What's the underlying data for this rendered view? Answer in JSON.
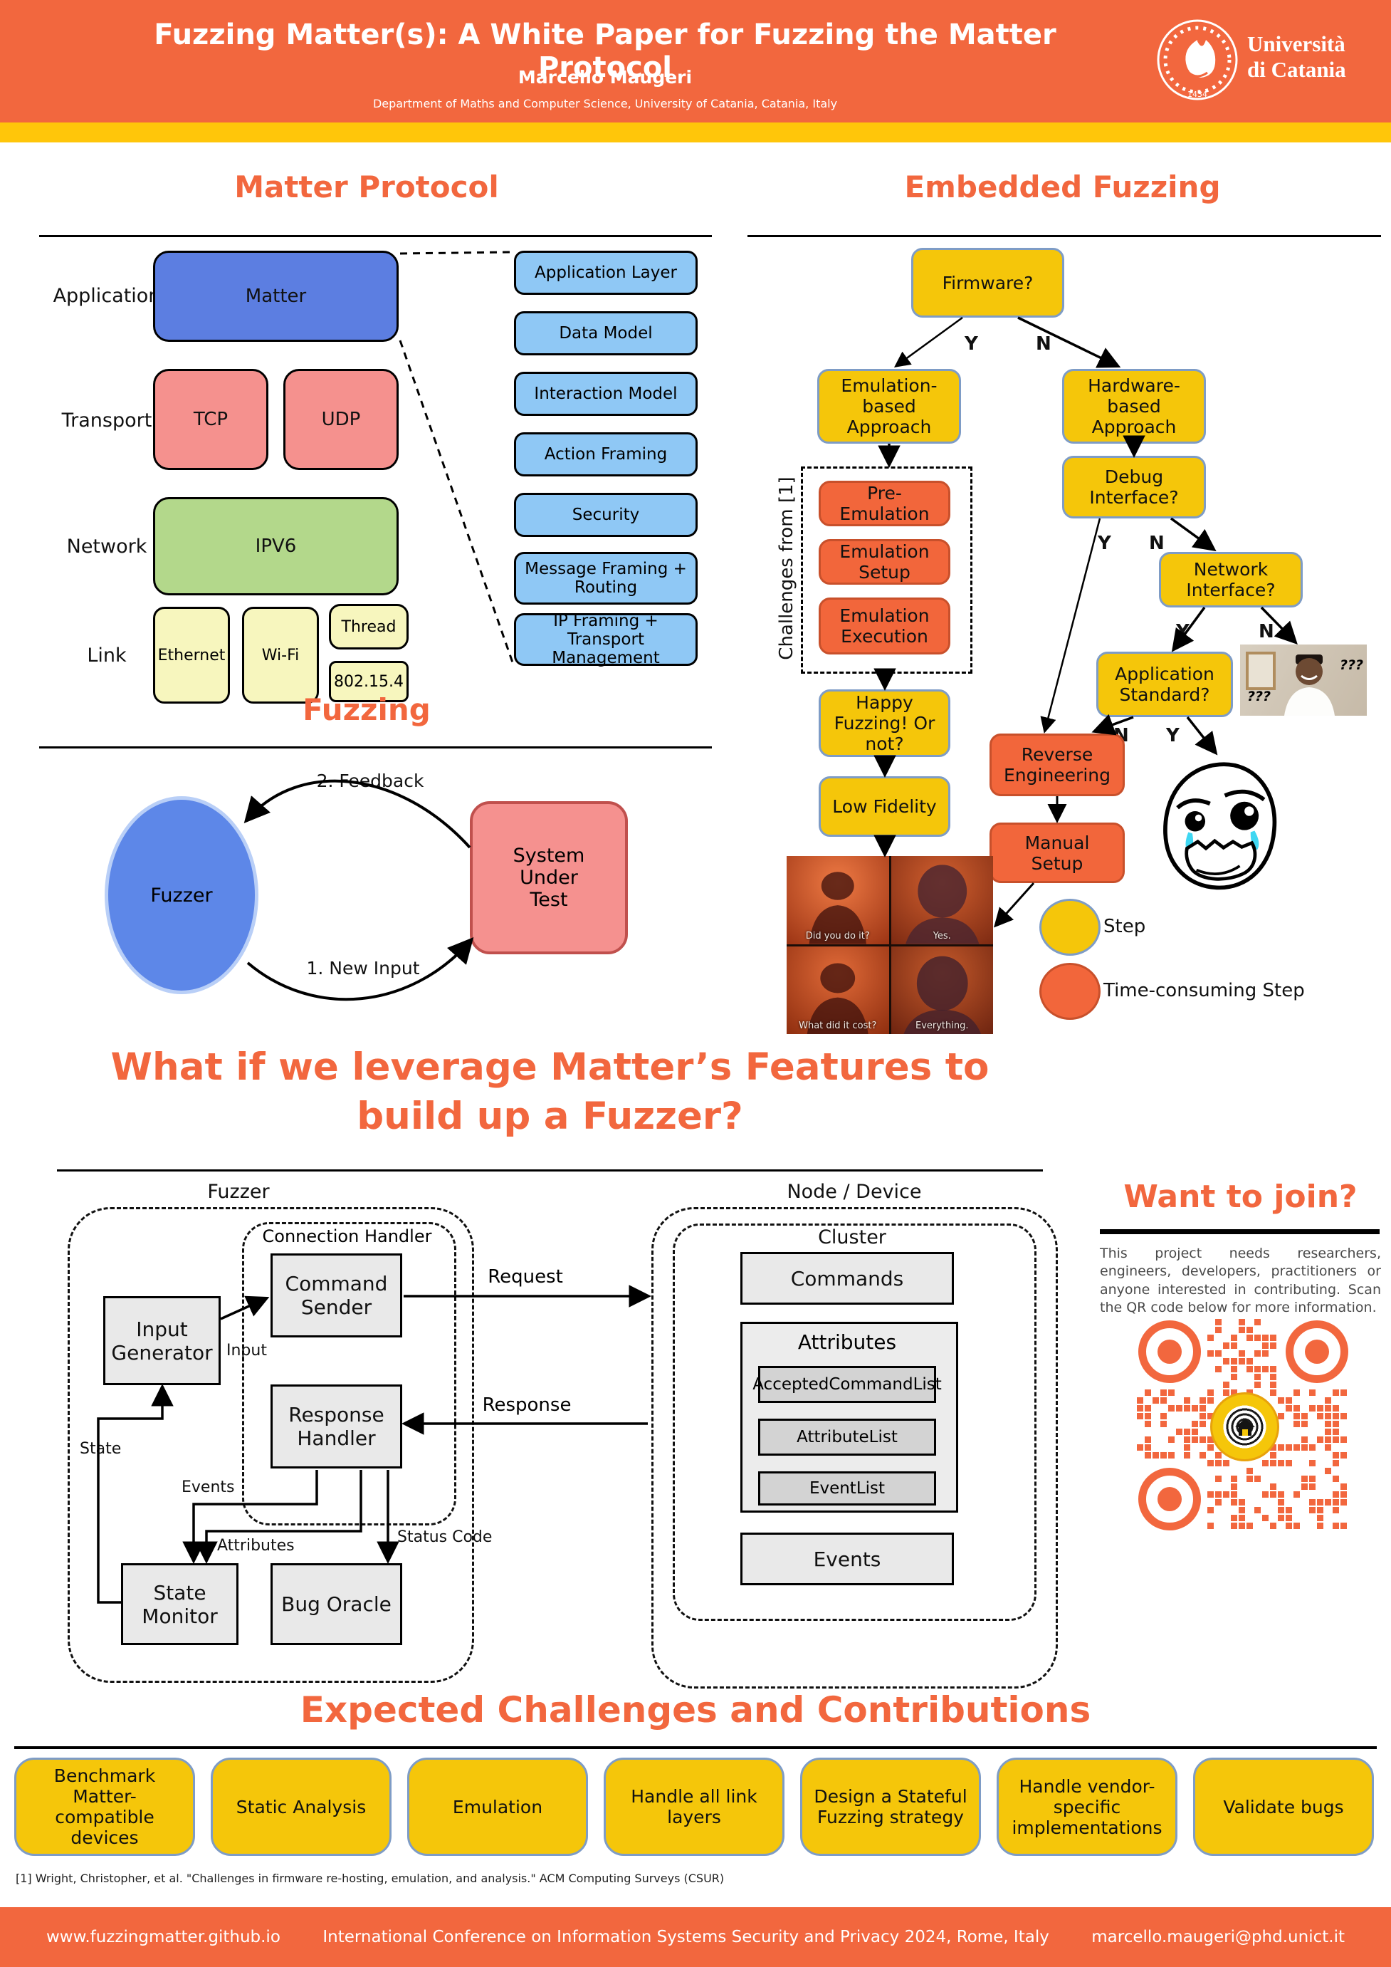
{
  "header": {
    "title": "Fuzzing Matter(s): A White Paper for Fuzzing the Matter Protocol",
    "author": "Marcello Maugeri",
    "affiliation": "Department of Maths and Computer Science, University of Catania, Catania, Italy",
    "university_line1": "Università",
    "university_line2": "di Catania",
    "seal_year": "1434"
  },
  "sections": {
    "matter_protocol": {
      "title": "Matter Protocol",
      "layers": [
        "Application",
        "Transport",
        "Network",
        "Link"
      ],
      "boxes": {
        "matter": "Matter",
        "tcp": "TCP",
        "udp": "UDP",
        "ipv6": "IPV6",
        "ethernet": "Ethernet",
        "wifi": "Wi-Fi",
        "thread": "Thread",
        "z802154": "802.15.4"
      },
      "stack": [
        "Application Layer",
        "Data Model",
        "Interaction Model",
        "Action Framing",
        "Security",
        "Message Framing + Routing",
        "IP Framing + Transport Management"
      ]
    },
    "embedded": {
      "title": "Embedded Fuzzing",
      "yes": "Y",
      "no": "N",
      "challenges_label": "Challenges from [1]",
      "nodes": {
        "firmware": "Firmware?",
        "emulation": "Emulation-based Approach",
        "hardware": "Hardware-based Approach",
        "debug": "Debug Interface?",
        "network": "Network Interface?",
        "appstd": "Application Standard?",
        "pre": "Pre-Emulation",
        "setup": "Emulation Setup",
        "exec": "Emulation Execution",
        "happy": "Happy Fuzzing! Or not?",
        "lowfid": "Low Fidelity",
        "reveng": "Reverse Engineering",
        "manual": "Manual Setup"
      },
      "legend": {
        "step": "Step",
        "time": "Time-consuming Step"
      },
      "thanos": [
        "Did you do it?",
        "Yes.",
        "What did it cost?",
        "Everything."
      ],
      "confused": "???"
    },
    "fuzzing": {
      "title": "Fuzzing",
      "fuzzer": "Fuzzer",
      "sut": "System Under Test",
      "feedback": "2. Feedback",
      "new_input": "1. New Input"
    },
    "leverage": {
      "title": "What if we leverage Matter’s Features to build up a Fuzzer?",
      "labels": {
        "fuzzer": "Fuzzer",
        "node": "Node / Device",
        "connection": "Connection Handler",
        "cluster": "Cluster",
        "input": "Input",
        "state": "State",
        "events": "Events",
        "attributes": "Attributes",
        "status": "Status Code",
        "request": "Request",
        "response": "Response"
      },
      "components": {
        "input_generator": "Input Generator",
        "command_sender": "Command Sender",
        "response_handler": "Response Handler",
        "state_monitor": "State Monitor",
        "bug_oracle": "Bug Oracle",
        "commands": "Commands",
        "attributes": "Attributes",
        "accepted": "AcceptedCommandList",
        "attribute_list": "AttributeList",
        "event_list": "EventList",
        "events": "Events"
      }
    },
    "join": {
      "title": "Want to join?",
      "body": "This project needs researchers, engineers, developers, practitioners or anyone interested in contributing. Scan the QR code below for more information."
    },
    "challenges": {
      "title": "Expected Challenges and Contributions",
      "items": [
        "Benchmark Matter-compatible devices",
        "Static Analysis",
        "Emulation",
        "Handle all link layers",
        "Design a Stateful Fuzzing strategy",
        "Handle vendor-specific implementations",
        "Validate bugs"
      ]
    }
  },
  "reference": "[1] Wright, Christopher, et al. \"Challenges in firmware re-hosting, emulation, and analysis.\" ACM Computing Surveys (CSUR)",
  "footer": {
    "website": "www.fuzzingmatter.github.io",
    "conference": "International Conference on Information Systems Security and Privacy 2024, Rome, Italy",
    "email": "marcello.maugeri@phd.unict.it"
  },
  "colors": {
    "accent_orange": "#F2673E",
    "stripe_yellow": "#FFC60A",
    "step_gold": "#F5C60A",
    "time_step_orange": "#F2663B",
    "matter_blue": "#5C7EE1",
    "stack_blue": "#8FC8F5",
    "transport_pink": "#F5918E",
    "network_green": "#B3D88B",
    "link_pale_yellow": "#F7F6BE",
    "component_gray": "#E9E9E9",
    "qr_orange": "#F2673E"
  }
}
